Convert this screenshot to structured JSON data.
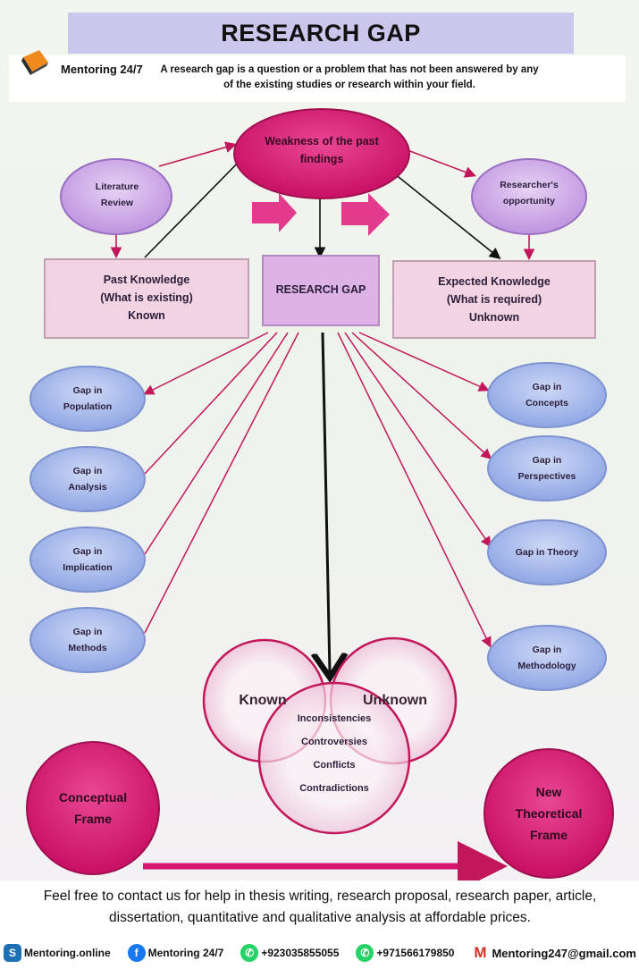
{
  "title": "RESEARCH GAP",
  "brand": {
    "name": "Mentoring 24/7",
    "logo_icon": "book-logo-icon"
  },
  "intro": "A research gap is a question or a problem that has not been answered by any of the existing studies or research within your field.",
  "diagram": {
    "weakness": "Weakness of the past findings",
    "literature_review": "Literature Review",
    "researchers_opportunity": "Researcher's opportunity",
    "past_knowledge": [
      "Past Knowledge",
      "(What is existing)",
      "Known"
    ],
    "research_gap": "RESEARCH GAP",
    "expected_knowledge": [
      "Expected Knowledge",
      "(What is required)",
      "Unknown"
    ],
    "left_gaps": [
      "Gap in Population",
      "Gap in Analysis",
      "Gap in Implication",
      "Gap in Methods"
    ],
    "right_gaps": [
      "Gap in Concepts",
      "Gap in Perspectives",
      "Gap in Theory",
      "Gap in Methodology"
    ],
    "venn": {
      "known": "Known",
      "unknown": "Unknown",
      "items": [
        "Inconsistencies",
        "Controversies",
        "Conflicts",
        "Contradictions"
      ]
    },
    "conceptual_frame": "Conceptual Frame",
    "new_theoretical_frame": "New Theoretical Frame",
    "colors": {
      "magenta": "#d6166f",
      "lavender": "#cdb4e6",
      "pink_box": "#f2d3e2",
      "blue_oval": "#a6b8ec",
      "arrow": "#c2185b"
    }
  },
  "footer": {
    "message": "Feel free to contact us for help in thesis writing, research proposal, research paper, article, dissertation, quantitative and qualitative analysis at affordable prices.",
    "contacts": [
      {
        "icon": "website-icon",
        "label": "Mentoring.online"
      },
      {
        "icon": "facebook-icon",
        "label": "Mentoring 24/7"
      },
      {
        "icon": "whatsapp-icon",
        "label": "+923035855055"
      },
      {
        "icon": "whatsapp-icon",
        "label": "+971566179850"
      },
      {
        "icon": "gmail-icon",
        "label": "Mentoring247@gmail.com"
      }
    ]
  }
}
